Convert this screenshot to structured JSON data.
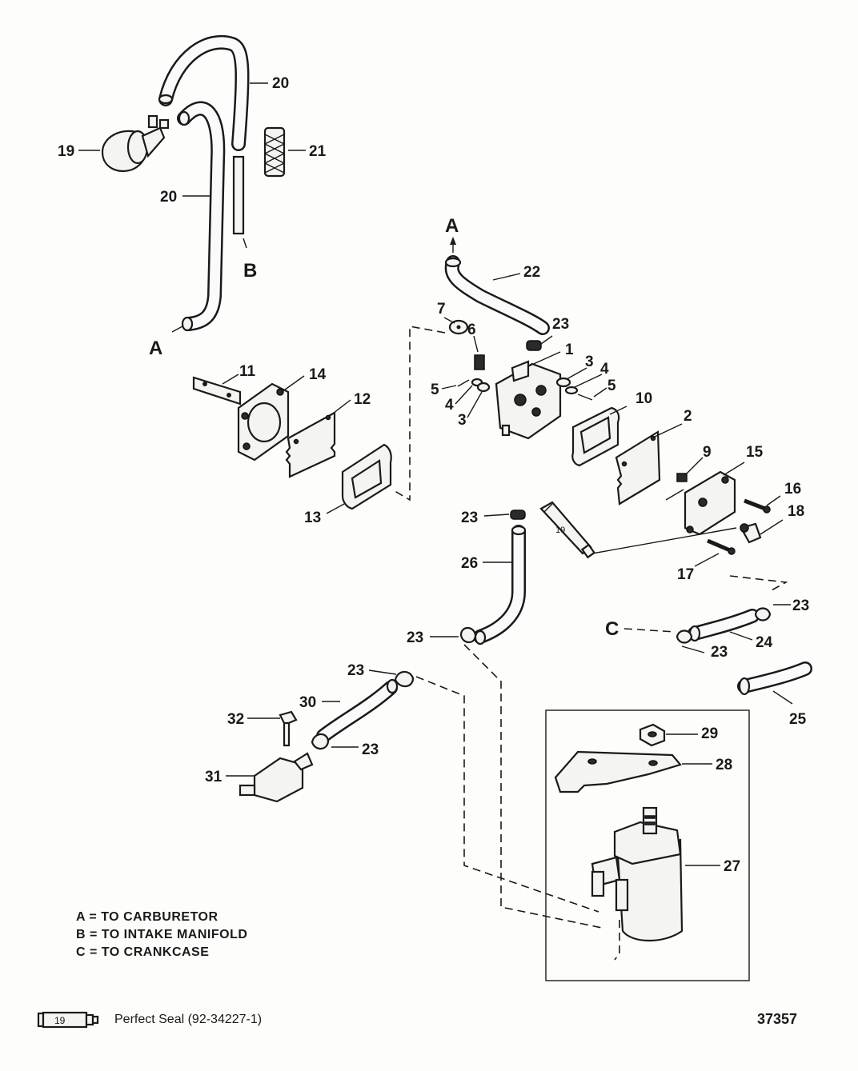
{
  "callouts": {
    "c1": "1",
    "c2": "2",
    "c3a": "3",
    "c3b": "3",
    "c4a": "4",
    "c4b": "4",
    "c5a": "5",
    "c5b": "5",
    "c6": "6",
    "c7": "7",
    "c9": "9",
    "c10": "10",
    "c11": "11",
    "c12": "12",
    "c13": "13",
    "c14": "14",
    "c15": "15",
    "c16": "16",
    "c17": "17",
    "c18": "18",
    "c19": "19",
    "c20a": "20",
    "c20b": "20",
    "c21": "21",
    "c22": "22",
    "c23a": "23",
    "c23b": "23",
    "c23c": "23",
    "c23d": "23",
    "c23e": "23",
    "c23f": "23",
    "c23g": "23",
    "c24": "24",
    "c25": "25",
    "c26": "26",
    "c27": "27",
    "c28": "28",
    "c29": "29",
    "c30": "30",
    "c31": "31",
    "c32": "32"
  },
  "connectors": {
    "a_top": "A",
    "a_left": "A",
    "b": "B",
    "c": "C"
  },
  "tube_label": "19",
  "legend": {
    "a": "A = TO CARBURETOR",
    "b": "B = TO INTAKE MANIFOLD",
    "c": "C = TO CRANKCASE"
  },
  "footer": {
    "seal_icon_label": "19",
    "seal_text": "Perfect Seal (92-34227-1)",
    "figure_number": "37357"
  }
}
